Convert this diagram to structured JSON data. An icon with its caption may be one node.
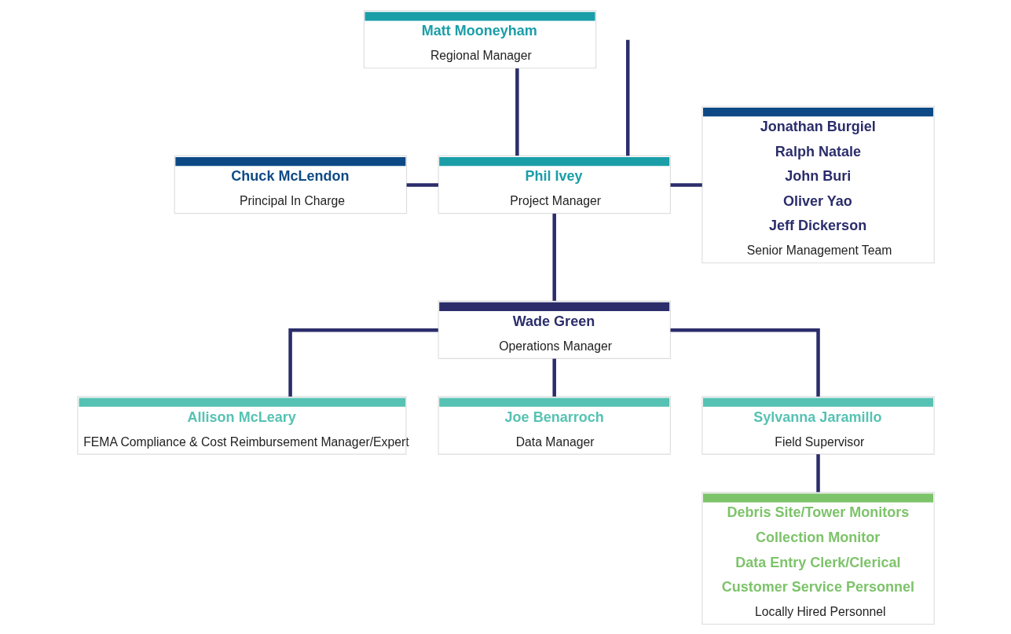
{
  "diagram": {
    "nodes": [
      {
        "text": [
          "Chuck McLendon",
          "Principal In Charge"
        ]
      },
      {
        "text": [
          "Matt Mooneyham",
          "Regional Manager"
        ]
      },
      {
        "text": [
          "Phil Ivey",
          "Project Manager"
        ]
      },
      {
        "text": [
          "Jonathan Burgiel",
          "Ralph Natale",
          "John Buri",
          "Oliver Yao",
          "Jeff Dickerson",
          "Senior Management Team"
        ]
      },
      {
        "text": [
          "Wade Green",
          "Operations Manager"
        ]
      },
      {
        "text": [
          "Allison McLeary",
          "FEMA Compliance & Cost Reimbursement Manager/Expert"
        ]
      },
      {
        "text": [
          "Joe Benarroch",
          "Data Manager"
        ]
      },
      {
        "text": [
          "Sylvanna Jaramillo",
          "Field Supervisor"
        ]
      },
      {
        "text": [
          "Debris Site/Tower Monitors",
          "Collection Monitor",
          "Data Entry Clerk/Clerical",
          "Customer Service Personnel",
          "Locally Hired Personnel"
        ]
      }
    ],
    "edges": [
      {
        "from": null,
        "to": 2,
        "arrow": "none"
      },
      {
        "from": 0,
        "to": 2,
        "arrow": "none"
      },
      {
        "from": 1,
        "to": 2,
        "arrow": "none"
      },
      {
        "from": 2,
        "to": 3,
        "arrow": "none"
      },
      {
        "from": 2,
        "to": 4,
        "arrow": "none"
      },
      {
        "from": 4,
        "to": 5,
        "arrow": "none"
      },
      {
        "from": 4,
        "to": 6,
        "arrow": "none"
      },
      {
        "from": 4,
        "to": 7,
        "arrow": "none"
      },
      {
        "from": 7,
        "to": 8,
        "arrow": "none"
      }
    ]
  }
}
